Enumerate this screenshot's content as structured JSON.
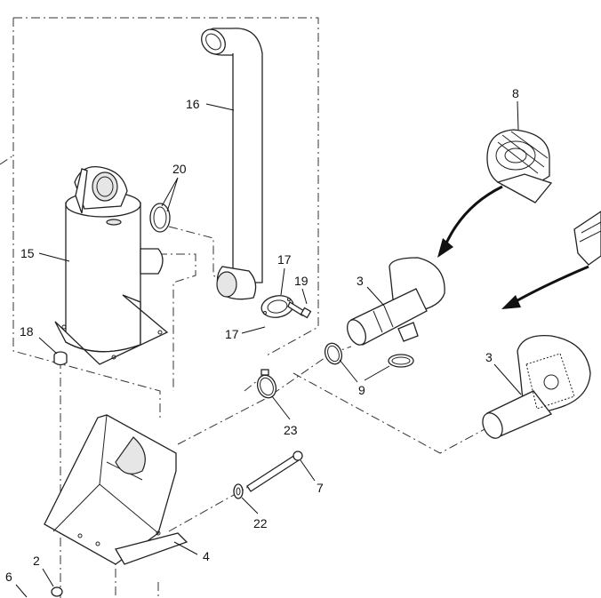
{
  "callouts": {
    "c2": "2",
    "c3a": "3",
    "c3b": "3",
    "c4": "4",
    "c6": "6",
    "c7": "7",
    "c8": "8",
    "c9": "9",
    "c15": "15",
    "c16": "16",
    "c17a": "17",
    "c17b": "17",
    "c18": "18",
    "c19": "19",
    "c20": "20",
    "c22": "22",
    "c23": "23"
  }
}
